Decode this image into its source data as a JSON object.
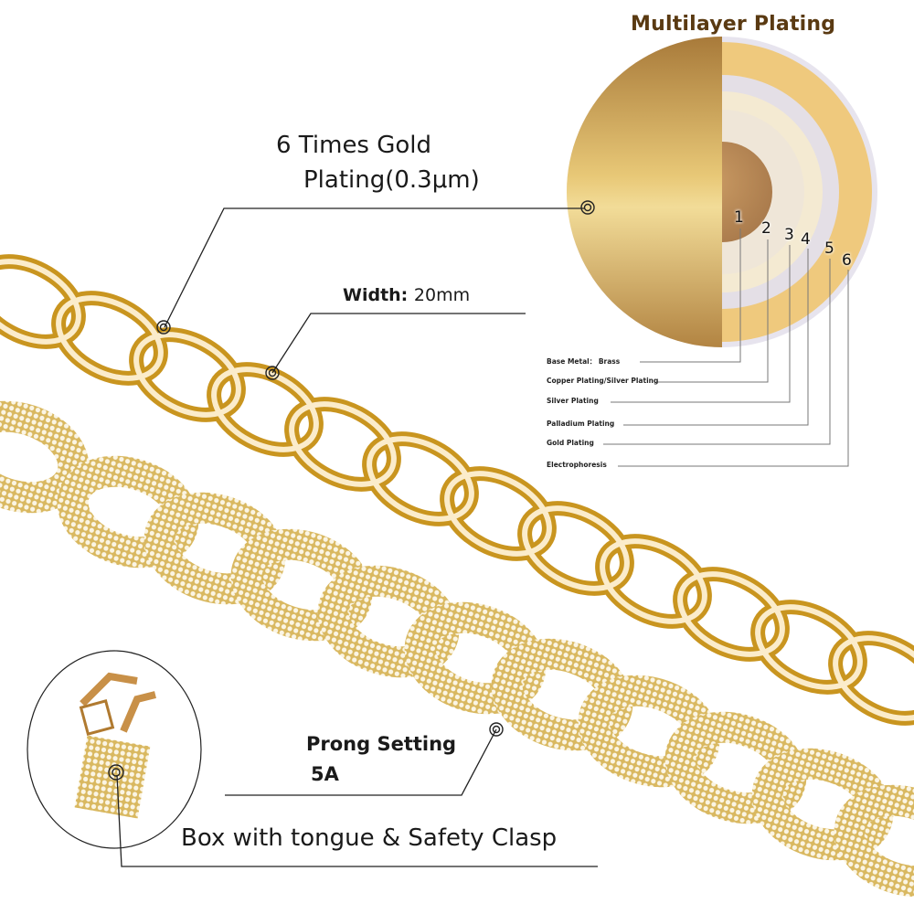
{
  "diagram": {
    "title": "Multilayer Plating",
    "callouts": {
      "gold_plating": {
        "line1": "6 Times Gold",
        "line2": "Plating(0.3μm)"
      },
      "width": {
        "label": "Width:",
        "value": "20mm"
      },
      "prong": {
        "line1": "Prong Setting",
        "line2": "5A"
      },
      "clasp": {
        "label": "Box with tongue & Safety Clasp"
      }
    },
    "layer_numbers": [
      "1",
      "2",
      "3",
      "4",
      "5",
      "6"
    ],
    "layers": [
      {
        "number": "1",
        "label": "Base Metal： Brass"
      },
      {
        "number": "2",
        "label": "Copper Plating/Silver Plating"
      },
      {
        "number": "3",
        "label": "Silver Plating"
      },
      {
        "number": "4",
        "label": "Palladium Plating"
      },
      {
        "number": "5",
        "label": "Gold Plating"
      },
      {
        "number": "6",
        "label": "Electrophoresis"
      }
    ],
    "colors": {
      "gold": "#d9a93a",
      "gold_light": "#f3dc95",
      "brass_core": "#b98a54",
      "title": "#5a3a12",
      "line": "#333333"
    }
  }
}
